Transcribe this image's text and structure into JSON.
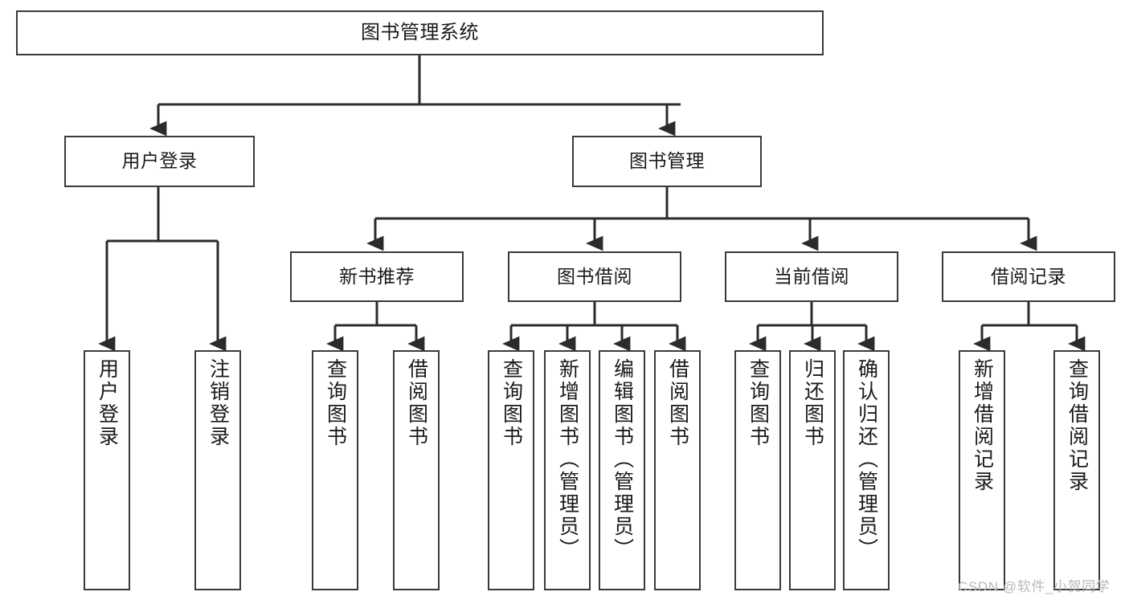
{
  "diagram": {
    "title": "图书管理系统",
    "type": "hierarchy-tree",
    "theme": {
      "background": "#ffffff",
      "node_border": "#3a3a3a",
      "node_fill": "#ffffff",
      "edge_color": "#2b2b2b",
      "text_color": "#1a1a1a",
      "watermark_color": "#b9b9b9"
    },
    "root": {
      "label": "图书管理系统"
    },
    "level2": [
      {
        "label": "用户登录"
      },
      {
        "label": "图书管理"
      }
    ],
    "level3": [
      {
        "label": "新书推荐"
      },
      {
        "label": "图书借阅"
      },
      {
        "label": "当前借阅"
      },
      {
        "label": "借阅记录"
      }
    ],
    "leaves": {
      "user_login": [
        {
          "label": "用户登录"
        },
        {
          "label": "注销登录"
        }
      ],
      "new_book_recommend": [
        {
          "label": "查询图书"
        },
        {
          "label": "借阅图书"
        }
      ],
      "book_borrow": [
        {
          "label": "查询图书"
        },
        {
          "label": "新增图书（管理员）"
        },
        {
          "label": "编辑图书（管理员）"
        },
        {
          "label": "借阅图书"
        }
      ],
      "current_borrow": [
        {
          "label": "查询图书"
        },
        {
          "label": "归还图书"
        },
        {
          "label": "确认归还（管理员）"
        }
      ],
      "borrow_record": [
        {
          "label": "新增借阅记录"
        },
        {
          "label": "查询借阅记录"
        }
      ]
    },
    "watermark": "CSDN @软件_小贺同学"
  }
}
